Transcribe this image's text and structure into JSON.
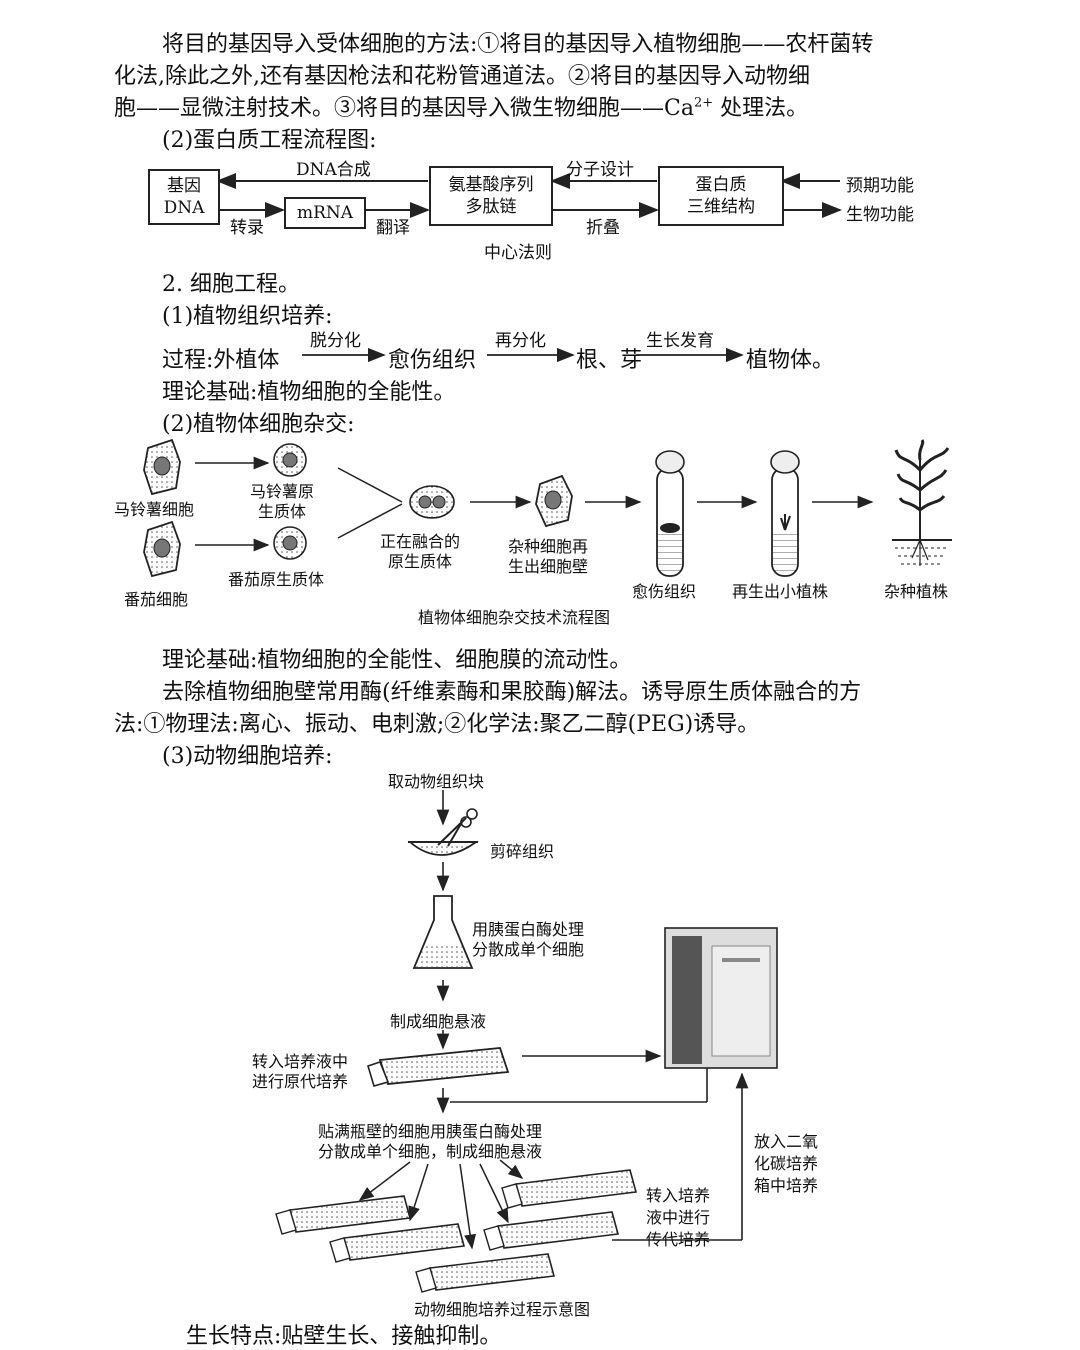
{
  "intro": {
    "line1": "将目的基因导入受体细胞的方法:①将目的基因导入植物细胞——农杆菌转",
    "line2": "化法,除此之外,还有基因枪法和花粉管通道法。②将目的基因导入动物细",
    "line3_a": "胞——显微注射技术。③将目的基因导入微生物细胞——Ca",
    "line3_sup": "2+",
    "line3_b": "处理法。"
  },
  "protein_eng": {
    "heading": "(2)蛋白质工程流程图:",
    "box_dna_1": "基因",
    "box_dna_2": "DNA",
    "box_mrna": "mRNA",
    "box_aa_1": "氨基酸序列",
    "box_aa_2": "多肽链",
    "box_protein_1": "蛋白质",
    "box_protein_2": "三维结构",
    "lbl_dna_synth": "DNA合成",
    "lbl_mol_design": "分子设计",
    "lbl_transcription": "转录",
    "lbl_translation": "翻译",
    "lbl_folding": "折叠",
    "lbl_central": "中心法则",
    "lbl_expected": "预期功能",
    "lbl_bio_func": "生物功能"
  },
  "cell_eng": {
    "heading": "2. 细胞工程。",
    "plant_tissue_heading": "(1)植物组织培养:",
    "process_prefix": "过程:外植体",
    "arrow1_label": "脱分化",
    "step2": "愈伤组织",
    "arrow2_label": "再分化",
    "step3": "根、芽",
    "arrow3_label": "生长发育",
    "step4": "植物体。",
    "theory1": "理论基础:植物细胞的全能性。",
    "hybrid_heading": "(2)植物体细胞杂交:"
  },
  "hybrid_diagram": {
    "potato_cell": "马铃薯细胞",
    "potato_proto_1": "马铃薯原",
    "potato_proto_2": "生质体",
    "tomato_cell": "番茄细胞",
    "tomato_proto": "番茄原生质体",
    "fusing_1": "正在融合的",
    "fusing_2": "原生质体",
    "hybrid_wall_1": "杂种细胞再",
    "hybrid_wall_2": "生出细胞壁",
    "callus": "愈伤组织",
    "seedling": "再生出小植株",
    "hybrid_plant": "杂种植株",
    "caption": "植物体细胞杂交技术流程图"
  },
  "hybrid_text": {
    "theory2": "理论基础:植物细胞的全能性、细胞膜的流动性。",
    "wall_line1": "去除植物细胞壁常用酶(纤维素酶和果胶酶)解法。诱导原生质体融合的方",
    "wall_line2": "法:①物理法:离心、振动、电刺激;②化学法:聚乙二醇(PEG)诱导。",
    "animal_heading": "(3)动物细胞培养:"
  },
  "animal_diagram": {
    "take_tissue": "取动物组织块",
    "mince": "剪碎组织",
    "trypsin_1": "用胰蛋白酶处理",
    "trypsin_2": "分散成单个细胞",
    "suspension": "制成细胞悬液",
    "primary_1": "转入培养液中",
    "primary_2": "进行原代培养",
    "wall_cells_1": "贴满瓶壁的细胞用胰蛋白酶处理",
    "wall_cells_2": "分散成单个细胞，制成细胞悬液",
    "passage_1": "转入培养",
    "passage_2": "液中进行",
    "passage_3": "传代培养",
    "co2_1": "放入二氧",
    "co2_2": "化碳培养",
    "co2_3": "箱中培养",
    "caption": "动物细胞培养过程示意图"
  },
  "growth": "生长特点:贴壁生长、接触抑制。"
}
